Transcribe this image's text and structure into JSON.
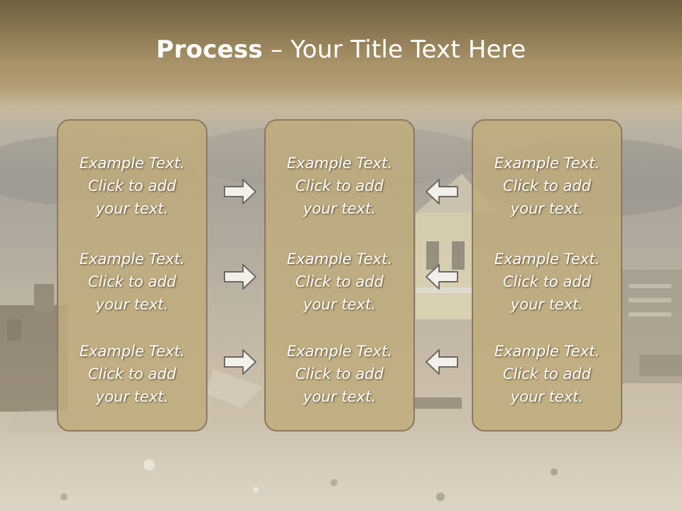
{
  "slide": {
    "title_bold": "Process",
    "title_rest": " – Your Title Text Here",
    "columns": [
      {
        "items": [
          {
            "line1": "Example Text.",
            "line2": "Click  to add",
            "line3": "your text."
          },
          {
            "line1": "Example Text.",
            "line2": "Click  to add",
            "line3": "your text."
          },
          {
            "line1": "Example Text.",
            "line2": "Click  to add",
            "line3": "your text."
          }
        ]
      },
      {
        "items": [
          {
            "line1": "Example Text.",
            "line2": "Click  to add",
            "line3": "your text."
          },
          {
            "line1": "Example Text.",
            "line2": "Click  to add",
            "line3": "your text."
          },
          {
            "line1": "Example Text.",
            "line2": "Click  to add",
            "line3": "your text."
          }
        ]
      },
      {
        "items": [
          {
            "line1": "Example Text.",
            "line2": "Click  to add",
            "line3": "your text."
          },
          {
            "line1": "Example Text.",
            "line2": "Click  to add",
            "line3": "your text."
          },
          {
            "line1": "Example Text.",
            "line2": "Click  to add",
            "line3": "your text."
          }
        ]
      }
    ],
    "arrows": {
      "left_to_center": [
        "right-arrow-icon",
        "right-arrow-icon",
        "right-arrow-icon"
      ],
      "right_to_center": [
        "left-arrow-icon",
        "left-arrow-icon",
        "left-arrow-icon"
      ]
    },
    "colors": {
      "title_band": "#a08c64",
      "box_fill": "#c0ab7d",
      "box_border": "#8b7a5a",
      "text": "#ffffff"
    }
  }
}
